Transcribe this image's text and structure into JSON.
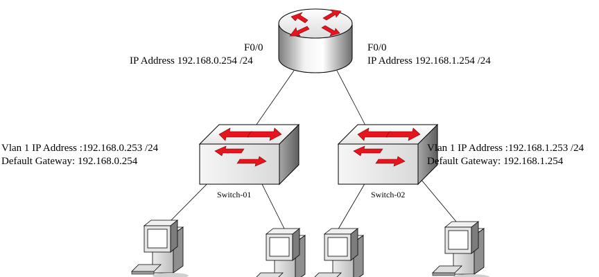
{
  "router": {
    "left_interface": "F0/0",
    "left_ip": "IP Address 192.168.0.254 /24",
    "right_interface": "F0/0",
    "right_ip": "IP Address 192.168.1.254 /24",
    "icon": "router-icon"
  },
  "switches": [
    {
      "name": "Switch-01",
      "vlan_ip": "Vlan 1 IP Address :192.168.0.253 /24",
      "gateway": "Default Gateway: 192.168.0.254",
      "icon": "switch-icon"
    },
    {
      "name": "Switch-02",
      "vlan_ip": "Vlan 1 IP Address :192.168.1.253 /24",
      "gateway": "Default Gateway: 192.168.1.254",
      "icon": "switch-icon"
    }
  ],
  "computers": {
    "count": 4,
    "icon": "desktop-computer-icon"
  },
  "colors": {
    "arrow": "#e8141d",
    "line": "#000000",
    "device_light": "#f4f4f4",
    "device_shade": "#7a7a7a"
  }
}
